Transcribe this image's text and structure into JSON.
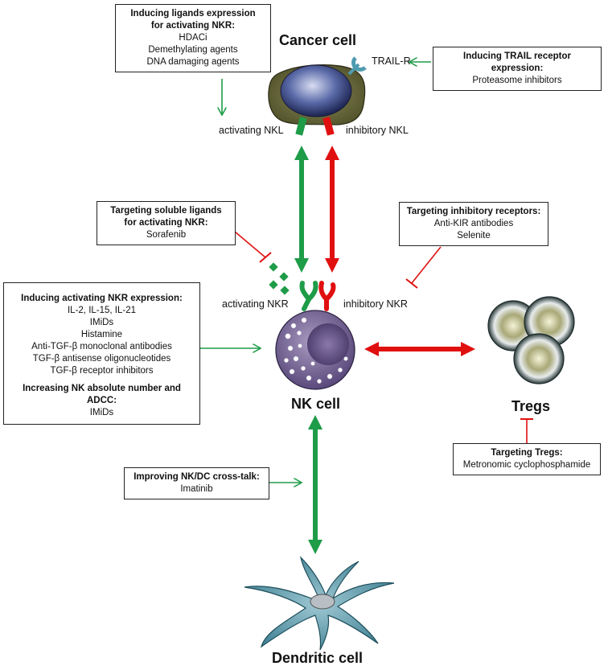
{
  "cells": {
    "cancer": "Cancer cell",
    "nk": "NK cell",
    "tregs": "Tregs",
    "dendritic": "Dendritic cell"
  },
  "labels": {
    "trail_r": "TRAIL-R",
    "activating_nkl": "activating NKL",
    "inhibitory_nkl": "inhibitory NKL",
    "activating_nkr": "activating NKR",
    "inhibitory_nkr": "inhibitory NKR"
  },
  "boxes": {
    "ligands_expression": {
      "title1": "Inducing ligands expression",
      "title2": "for activating NKR:",
      "items": [
        "HDACi",
        "Demethylating agents",
        "DNA damaging agents"
      ]
    },
    "trail": {
      "title": "Inducing TRAIL receptor expression:",
      "items": [
        "Proteasome inhibitors"
      ]
    },
    "soluble_ligands": {
      "title1": "Targeting soluble ligands",
      "title2": "for activating NKR:",
      "items": [
        "Sorafenib"
      ]
    },
    "inhibitory_receptors": {
      "title": "Targeting inhibitory receptors:",
      "items": [
        "Anti-KIR antibodies",
        "Selenite"
      ]
    },
    "activating_nkr": {
      "title": "Inducing activating NKR expression:",
      "items": [
        "IL-2, IL-15, IL-21",
        "IMiDs",
        "Histamine",
        "Anti-TGF-β monoclonal antibodies",
        "TGF-β antisense oligonucleotides",
        "TGF-β receptor inhibitors"
      ],
      "title2": "Increasing NK absolute number and ADCC:",
      "items2": [
        "IMiDs"
      ]
    },
    "tregs": {
      "title": "Targeting Tregs:",
      "items": [
        "Metronomic cyclophosphamide"
      ]
    },
    "crosstalk": {
      "title": "Improving NK/DC cross-talk:",
      "items": [
        "Imatinib"
      ]
    }
  },
  "colors": {
    "green": "#1e9c48",
    "red": "#e01010",
    "nk_purple": "#6b5a8e",
    "cancer_olive": "#6b6a3c",
    "dc_teal": "#4f8fa0"
  }
}
